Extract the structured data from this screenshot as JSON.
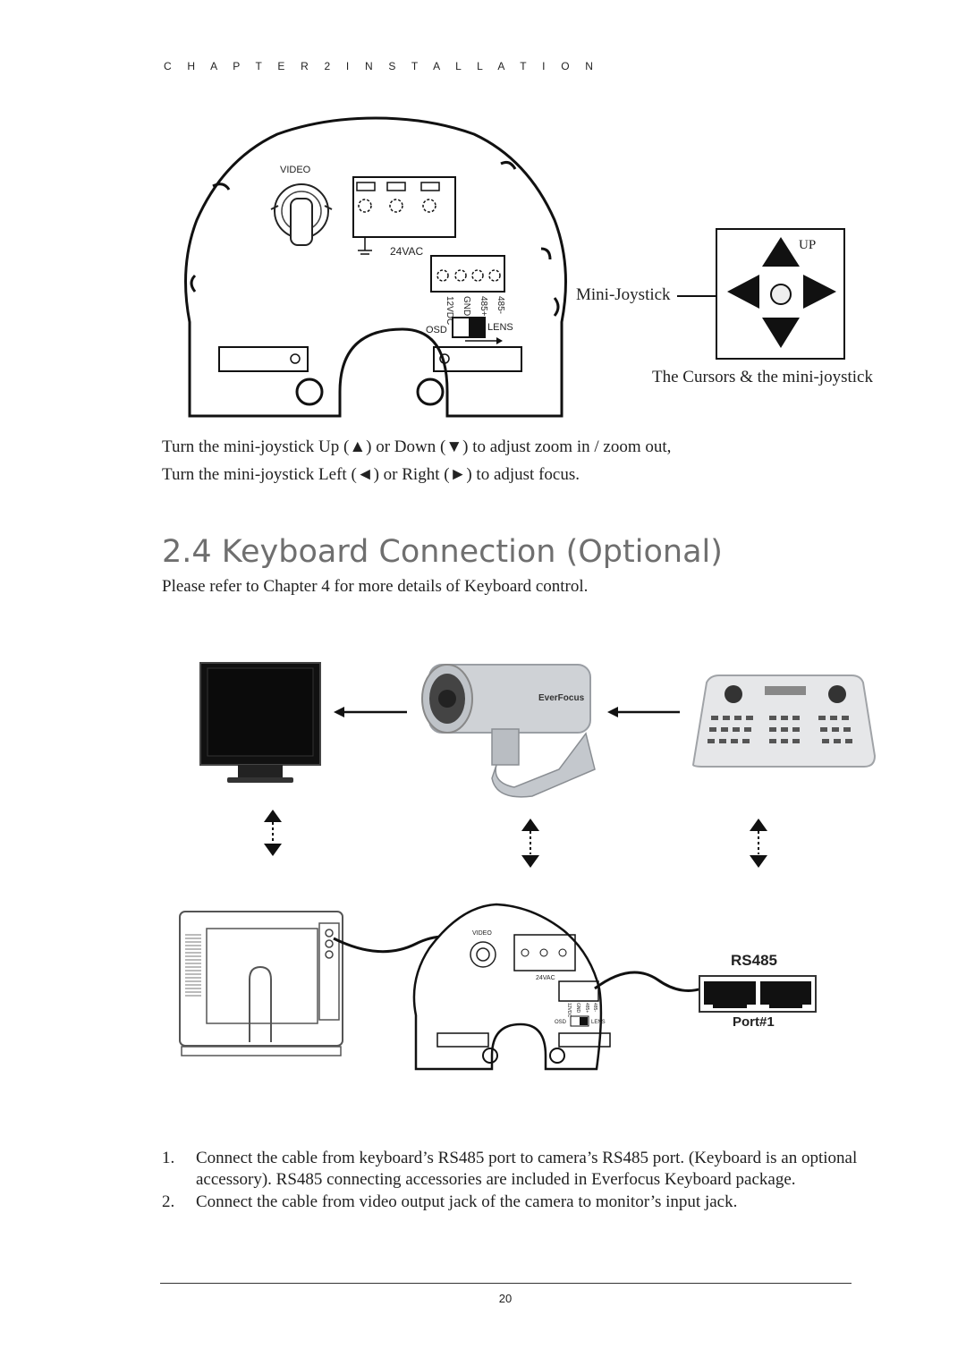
{
  "header": {
    "chapter": "C H A P T E R  2  I N S T A L L A T I O N"
  },
  "figure1": {
    "labels": {
      "video": "VIDEO",
      "power": "24VAC",
      "pins": [
        "12VDC",
        "GND",
        "485+",
        "485-"
      ],
      "osd": "OSD",
      "lens": "LENS"
    },
    "callout": "Mini-Joystick",
    "up_label": "UP",
    "caption": "The Cursors & the mini-joystick"
  },
  "instructions": {
    "line1": "Turn the mini-joystick Up (▲) or Down (▼) to adjust zoom in / zoom out,",
    "line2": "Turn the mini-joystick Left (◄) or Right (►) to adjust focus."
  },
  "section": {
    "title": "2.4 Keyboard Connection (Optional)",
    "intro": "Please refer to Chapter 4 for more details of Keyboard control."
  },
  "figure2": {
    "brand": "EverFocus",
    "video": "VIDEO",
    "power": "24VAC",
    "pins": [
      "12VDC",
      "GND",
      "485+",
      "485-"
    ],
    "osd": "OSD",
    "lens": "LENS",
    "rs485_title": "RS485",
    "port_label": "Port#1"
  },
  "steps": [
    {
      "num": "1.",
      "text": "Connect the cable from keyboard’s RS485 port to camera’s RS485 port. (Keyboard is an optional accessory). RS485 connecting accessories are included in Everfocus Keyboard package."
    },
    {
      "num": "2.",
      "text": "Connect the cable from video output jack of the camera to monitor’s input jack."
    }
  ],
  "footer": {
    "page": "20"
  }
}
